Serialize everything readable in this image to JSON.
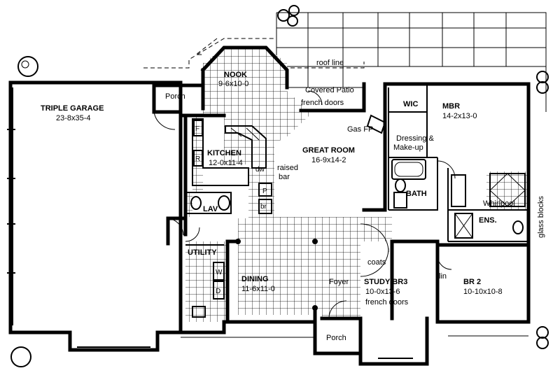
{
  "rooms": {
    "garage": {
      "name": "TRIPLE GARAGE",
      "dim": "23-8x35-4"
    },
    "nook": {
      "name": "NOOK",
      "dim": "9-6x10-0"
    },
    "kitchen": {
      "name": "KITCHEN",
      "dim": "12-0x11-4"
    },
    "great_room": {
      "name": "GREAT ROOM",
      "dim": "16-9x14-2"
    },
    "mbr": {
      "name": "MBR",
      "dim": "14-2x13-0"
    },
    "dining": {
      "name": "DINING",
      "dim": "11-6x11-0"
    },
    "study": {
      "name": "STUDY/BR3",
      "dim": "10-0x13-6"
    },
    "br2": {
      "name": "BR 2",
      "dim": "10-10x10-8"
    }
  },
  "labels": {
    "porch_top": "Porch",
    "porch_front": "Porch",
    "roof_line": "roof line",
    "covered_patio": "Covered Patio",
    "french_doors_patio": "french doors",
    "french_doors_study": "french doors",
    "gas_fp": "Gas FP",
    "wic": "WIC",
    "dressing_1": "Dressing &",
    "dressing_2": "Make-up",
    "bath": "BATH",
    "whirlpool": "Whirlpool",
    "ens": "ENS.",
    "glass_blocks": "glass blocks",
    "lav": "LAV",
    "utility": "UTILITY",
    "foyer": "Foyer",
    "coats": "coats",
    "lin": "lin",
    "raised_1": "raised",
    "raised_2": "bar",
    "dw": "dw",
    "pantry": "P",
    "broom": "br",
    "fridge": "F",
    "range": "R",
    "washer": "W",
    "dryer": "D"
  }
}
